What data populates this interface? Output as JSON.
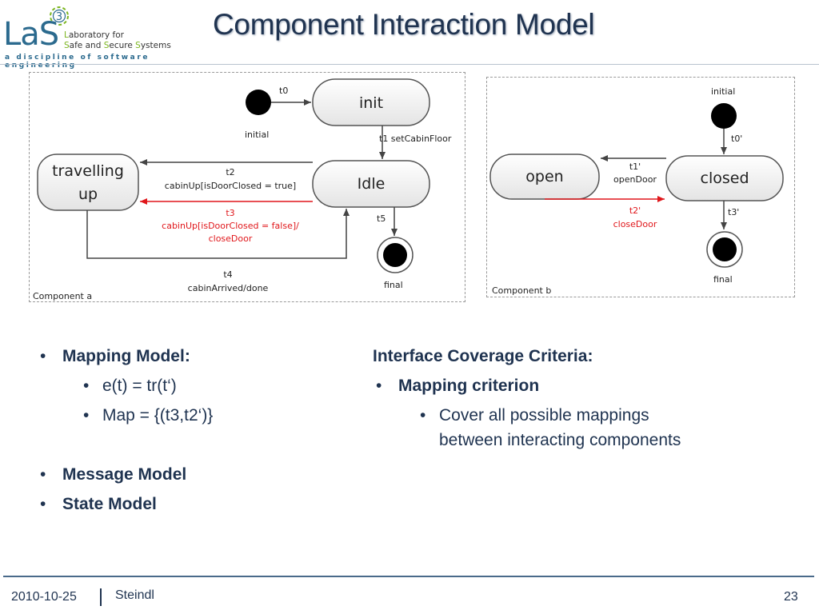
{
  "header": {
    "logo_wordmark": "LaS",
    "logo_line1_h": "L",
    "logo_line1_rest": "aboratory for",
    "logo_line2_h1": "S",
    "logo_line2_mid": "afe and ",
    "logo_line2_h2": "S",
    "logo_line2_mid2": "ecure ",
    "logo_line2_h3": "S",
    "logo_line2_rest": "ystems",
    "logo_tagline": "a discipline of software engineering",
    "logo_seal_number": "3",
    "title": "Component Interaction Model",
    "colors": {
      "title": "#1f3350",
      "logo_blue": "#2b6a8e",
      "logo_green": "#7ab51d",
      "red_transition": "#e0171b"
    }
  },
  "diagram_a": {
    "label": "Component a",
    "states": {
      "init": "init",
      "idle": "Idle",
      "travelling_line1": "travelling",
      "travelling_line2": "up"
    },
    "initial_label": "initial",
    "final_label": "final",
    "t0": "t0",
    "t1": "t1  setCabinFloor",
    "t2_name": "t2",
    "t2_guard": "cabinUp[isDoorClosed = true]",
    "t3_name": "t3",
    "t3_guard": "cabinUp[isDoorClosed = false]/",
    "t3_action": "closeDoor",
    "t4_name": "t4",
    "t4_event": "cabinArrived/done",
    "t5": "t5"
  },
  "diagram_b": {
    "label": "Component b",
    "states": {
      "open": "open",
      "closed": "closed"
    },
    "initial_label": "initial",
    "final_label": "final",
    "t0p": "t0'",
    "t1p_name": "t1'",
    "t1p_event": "openDoor",
    "t2p_name": "t2'",
    "t2p_event": "closeDoor",
    "t3p": "t3'"
  },
  "left_list": {
    "item1": "Mapping Model:",
    "item1_sub1": "e(t) = tr(t‘)",
    "item1_sub2": "Map = {(t3,t2‘)}",
    "item2": "Message Model",
    "item3": "State Model"
  },
  "right_list": {
    "heading": "Interface Coverage Criteria:",
    "item1": "Mapping criterion",
    "item1_sub1_line1": "Cover all possible mappings",
    "item1_sub1_line2": "between interacting components"
  },
  "footer": {
    "date": "2010-10-25",
    "author": "Steindl",
    "page": "23"
  }
}
